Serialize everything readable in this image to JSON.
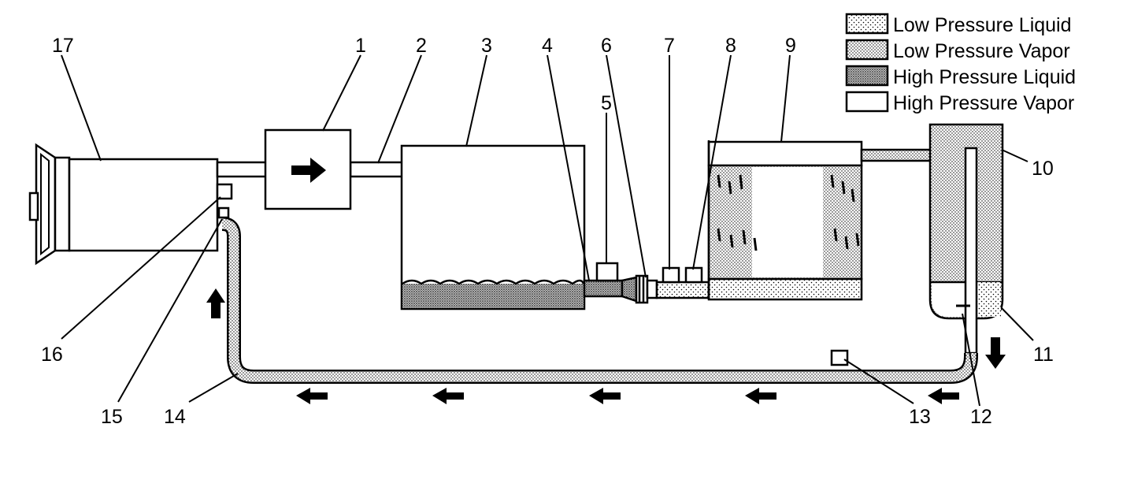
{
  "legend": [
    {
      "label": "Low Pressure Liquid",
      "pattern": "sparse-dots"
    },
    {
      "label": "Low Pressure Vapor",
      "pattern": "fine-dots"
    },
    {
      "label": "High Pressure Liquid",
      "pattern": "dense-dots"
    },
    {
      "label": "High Pressure Vapor",
      "pattern": "blank"
    }
  ],
  "callouts": [
    "1",
    "2",
    "3",
    "4",
    "5",
    "6",
    "7",
    "8",
    "9",
    "10",
    "11",
    "12",
    "13",
    "14",
    "15",
    "16",
    "17"
  ],
  "colors": {
    "line": "#000000",
    "background": "#ffffff"
  }
}
